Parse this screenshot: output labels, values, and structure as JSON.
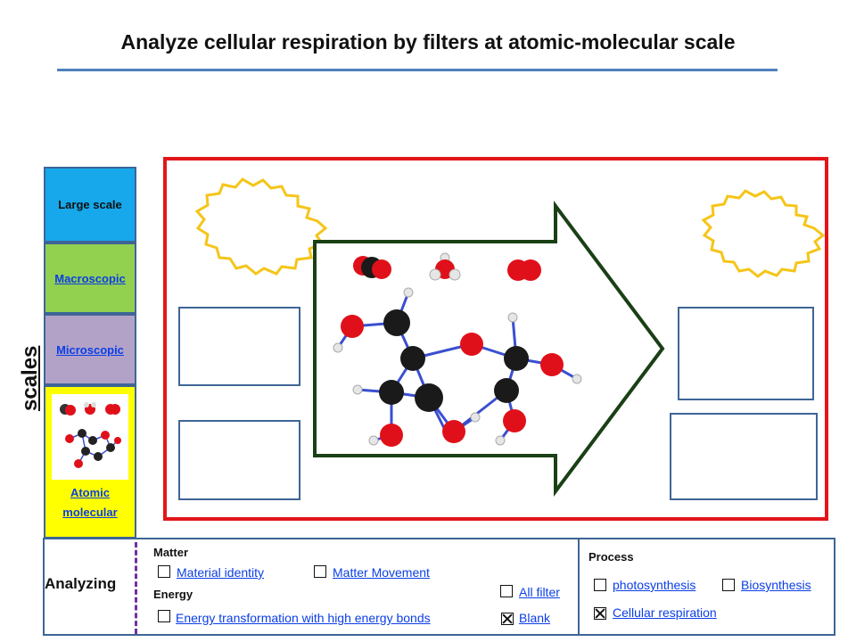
{
  "title": "Analyze cellular respiration by filters at atomic-molecular scale",
  "scales": {
    "axis_label": "scales",
    "large": "Large scale",
    "macroscopic": "Macroscopic",
    "microscopic": "Microscopic",
    "atomic_line1": "Atomic",
    "atomic_line2": "molecular"
  },
  "analyzing": {
    "label": "Analyzing",
    "matter_heading": "Matter",
    "material_identity": "Material identity",
    "matter_movement": "Matter Movement",
    "energy_heading": "Energy",
    "energy_transformation": "Energy transformation with high energy bonds",
    "all_filter": "All filter",
    "blank": "Blank",
    "blank_checked": true,
    "process_heading": "Process",
    "photosynthesis": "photosynthesis",
    "biosynthesis": "Biosynthesis",
    "cellular_respiration": "Cellular respiration",
    "cellular_respiration_checked": true
  },
  "colors": {
    "frame": "#e3151a",
    "arrow": "#1a4015",
    "sunburst_stroke": "#f5c518",
    "link": "#0b3ee6",
    "oxygen": "#e0101a",
    "carbon": "#1a1a1a",
    "hydrogen": "#e6e6e6"
  }
}
